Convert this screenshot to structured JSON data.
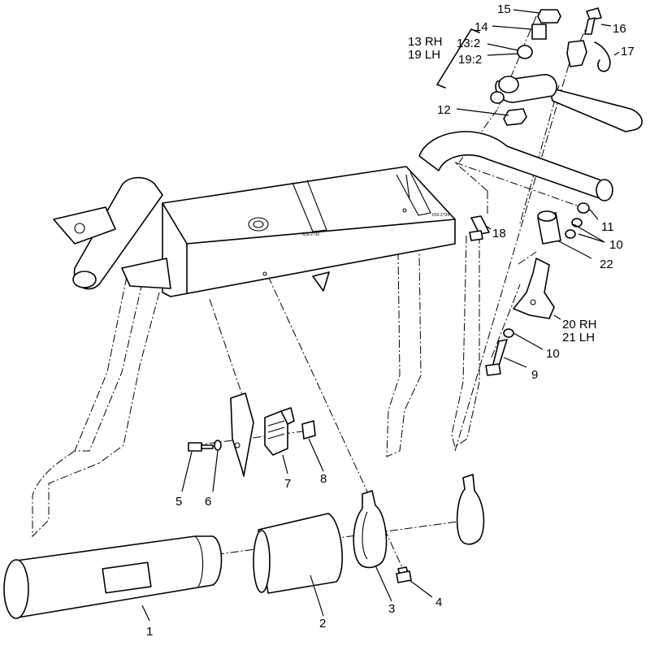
{
  "callouts": [
    {
      "id": "c1",
      "text": "1"
    },
    {
      "id": "c2",
      "text": "2"
    },
    {
      "id": "c3",
      "text": "3"
    },
    {
      "id": "c4",
      "text": "4"
    },
    {
      "id": "c5",
      "text": "5"
    },
    {
      "id": "c6",
      "text": "6"
    },
    {
      "id": "c7",
      "text": "7"
    },
    {
      "id": "c8",
      "text": "8"
    },
    {
      "id": "c9",
      "text": "9"
    },
    {
      "id": "c10a",
      "text": "10"
    },
    {
      "id": "c10b",
      "text": "10"
    },
    {
      "id": "c11",
      "text": "11"
    },
    {
      "id": "c12",
      "text": "12"
    },
    {
      "id": "c13a",
      "text": "13 RH"
    },
    {
      "id": "c19",
      "text": "19 LH"
    },
    {
      "id": "c13b",
      "text": "13:2"
    },
    {
      "id": "c19b",
      "text": "19:2"
    },
    {
      "id": "c14",
      "text": "14"
    },
    {
      "id": "c15",
      "text": "15"
    },
    {
      "id": "c16",
      "text": "16"
    },
    {
      "id": "c17",
      "text": "17"
    },
    {
      "id": "c18",
      "text": "18"
    },
    {
      "id": "c20",
      "text": "20 RH"
    },
    {
      "id": "c21",
      "text": "21 LH"
    },
    {
      "id": "c22",
      "text": "22"
    }
  ],
  "stamps": {
    "box_front": "IDS-2730",
    "box_side": "IDS-2734"
  }
}
